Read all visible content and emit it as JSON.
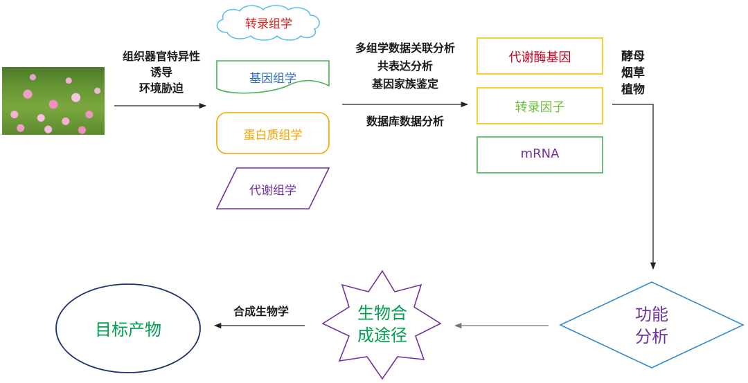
{
  "left_labels": [
    "组织器官特异性",
    "诱导",
    "环境胁迫"
  ],
  "omics": [
    "转录组学",
    "基因组学",
    "蛋白质组学",
    "代谢组学"
  ],
  "middle_labels": [
    "多组学数据关联分析",
    "共表达分析",
    "基因家族鉴定"
  ],
  "middle_label_bottom": "数据库数据分析",
  "genes": [
    "代谢酶基因",
    "转录因子",
    "mRNA"
  ],
  "hosts": [
    "酵母",
    "烟草",
    "植物"
  ],
  "function": [
    "功能",
    "分析"
  ],
  "pathway": [
    "生物合",
    "成途径"
  ],
  "synthesis_label": "合成生物学",
  "target": "目标产物",
  "colors": {
    "red": "#e0201c",
    "blue": "#2e6fbd",
    "orange": "#f5a400",
    "purple": "#7030a0",
    "green": "#4caf50",
    "darkgreen": "#00a050",
    "navy": "#1f2f6b",
    "cyan_border": "#5bc0eb",
    "diamond_border": "#2e8bd1"
  }
}
